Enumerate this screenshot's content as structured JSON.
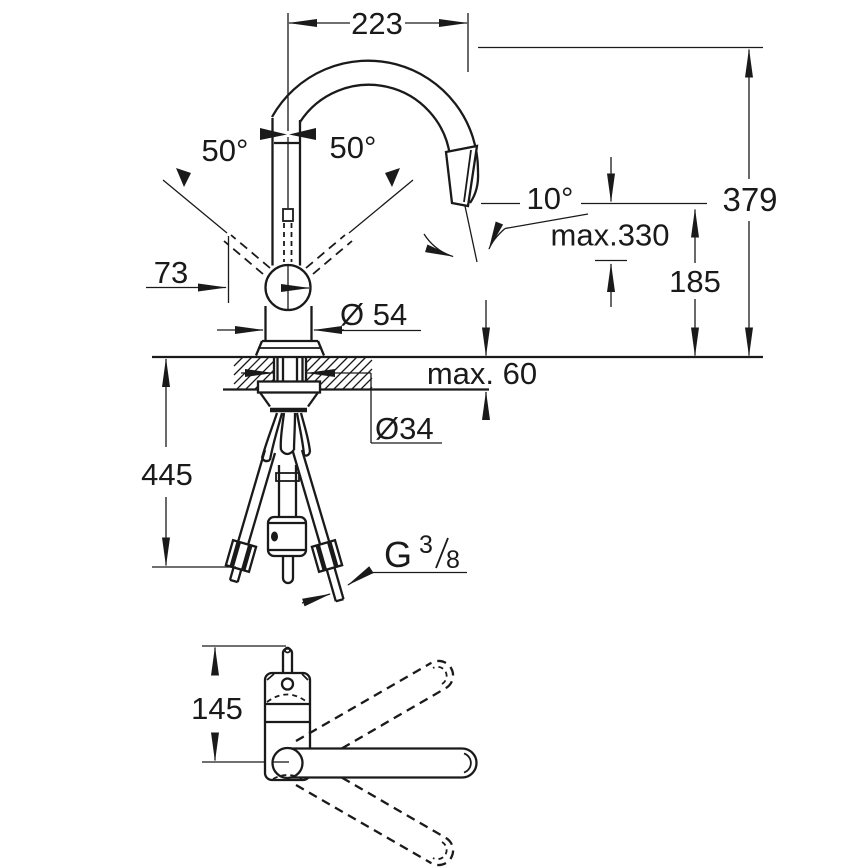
{
  "drawing": {
    "kind": "technical-dimension-drawing",
    "subject": "single-lever kitchen faucet with pull-out spray, front view and top view",
    "colors": {
      "line": "#1a1a1a",
      "background": "#ffffff"
    }
  },
  "labels": {
    "width_223": "223",
    "lever_swing_left": "50°",
    "lever_swing_right": "50°",
    "spray_tilt": "10°",
    "spout_height_max": "max.330",
    "total_height": "379",
    "outlet_height": "185",
    "lever_reach": "73",
    "body_diameter": "Ø 54",
    "counter_thickness_max": "max. 60",
    "hole_diameter": "Ø34",
    "below_counter_depth": "445",
    "thread_letter": "G",
    "thread_numerator": "3",
    "thread_denominator": "8",
    "top_view_height": "145"
  }
}
